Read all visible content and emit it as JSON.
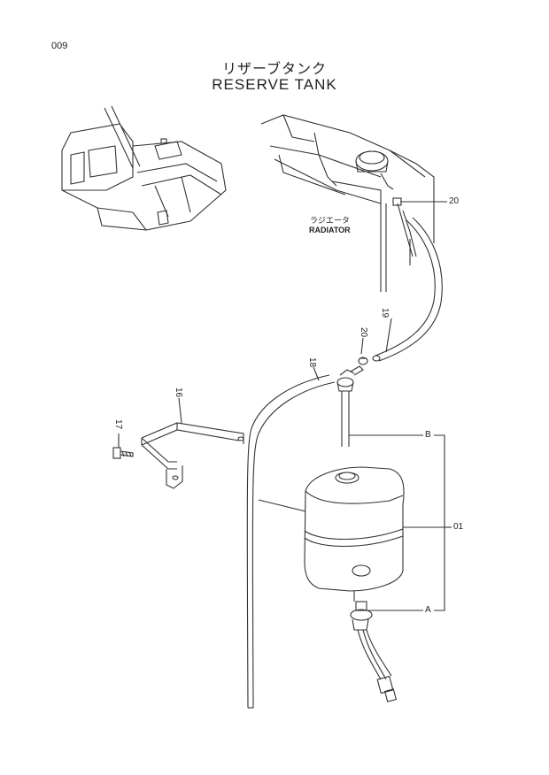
{
  "page_number": "009",
  "title": {
    "japanese": "リザーブタンク",
    "english": "RESERVE TANK"
  },
  "radiator_label": {
    "japanese": "ラジエータ",
    "english": "RADIATOR"
  },
  "callouts": {
    "p20_top": "20",
    "p19": "19",
    "p20_mid": "20",
    "p18": "18",
    "p16": "16",
    "p17": "17",
    "p01": "01",
    "group_b": "B",
    "group_a": "A"
  },
  "colors": {
    "line": "#333333",
    "background": "#ffffff"
  }
}
